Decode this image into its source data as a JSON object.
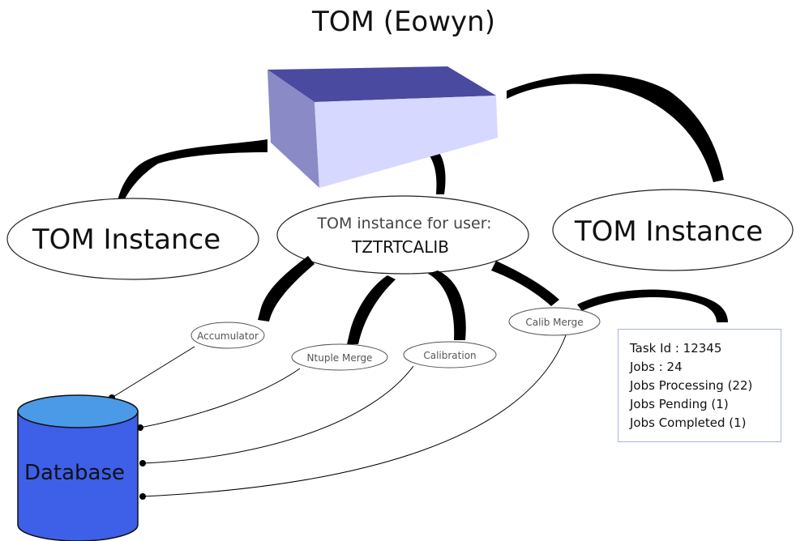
{
  "title": "TOM (Eowyn)",
  "nodes": {
    "tom_instance_left": "TOM Instance",
    "tom_instance_user_line1": "TOM instance for user:",
    "tom_instance_user_line2": "TZTRTCALIB",
    "tom_instance_right": "TOM Instance",
    "accumulator": "Accumulator",
    "nuple_merge": "Ntuple Merge",
    "calibration": "Calibration",
    "calib_merge": "Calib Merge",
    "database": "Database"
  },
  "task_box": {
    "lines": [
      "Task Id : 12345",
      "Jobs : 24",
      "Jobs Processing (22)",
      "Jobs Pending (1)",
      "Jobs Completed (1)"
    ]
  },
  "colors": {
    "box_top": "#4a4aa0",
    "box_front": "#d4d6ff",
    "box_side": "#8888c4",
    "db_body": "#3e5fe8",
    "db_top": "#4a9ae8",
    "connector": "#000000"
  }
}
